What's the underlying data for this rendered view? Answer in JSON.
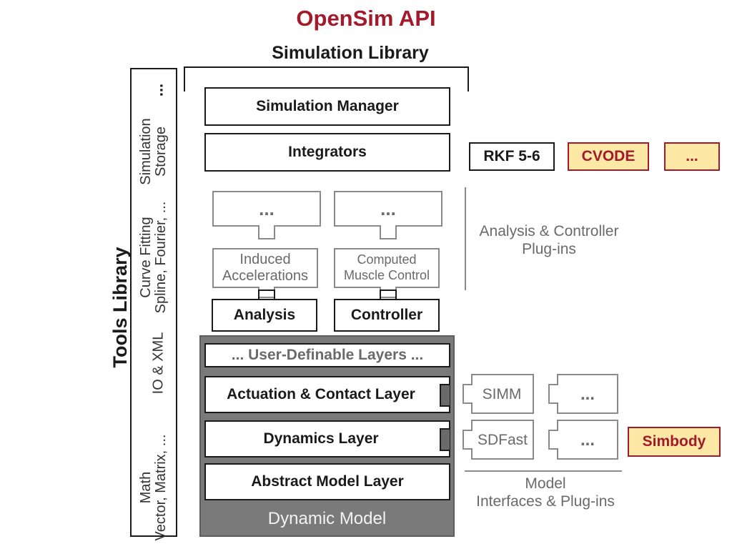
{
  "title": "OpenSim API",
  "simulation_library": "Simulation Library",
  "tools_library": {
    "title": "Tools Library",
    "columns": [
      {
        "line1": "Math",
        "line2": "Vector, Matrix, ..."
      },
      {
        "line1": "IO & XML",
        "line2": ""
      },
      {
        "line1": "Curve Fitting",
        "line2": "Spline, Fourier, ..."
      },
      {
        "line1": "Simulation",
        "line2": "Storage"
      },
      {
        "line1": "...",
        "line2": ""
      }
    ]
  },
  "simulation_manager": "Simulation Manager",
  "integrators": "Integrators",
  "integrator_options": [
    "RKF 5-6",
    "CVODE",
    "..."
  ],
  "plugins": {
    "ellipsis_left": "...",
    "ellipsis_right": "...",
    "induced_line1": "Induced",
    "induced_line2": "Accelerations",
    "computed_line1": "Computed",
    "computed_line2": "Muscle Control",
    "analysis": "Analysis",
    "controller": "Controller",
    "label_line1": "Analysis & Controller",
    "label_line2": "Plug-ins"
  },
  "dynamic_model": {
    "label": "Dynamic Model",
    "layers": [
      "... User-Definable Layers ...",
      "Actuation & Contact Layer",
      "Dynamics Layer",
      "Abstract Model Layer"
    ]
  },
  "model_plugins": {
    "simm": "SIMM",
    "sdfast": "SDFast",
    "ellipsis_top": "...",
    "ellipsis_bottom": "...",
    "simbody": "Simbody",
    "label_line1": "Model",
    "label_line2": "Interfaces & Plug-ins"
  },
  "colors": {
    "title_red": "#a31a2b",
    "highlight_fill": "#fde8a6",
    "dynamic_model_gray": "#7a7a7a",
    "plugin_gray": "#8a8a8a"
  }
}
